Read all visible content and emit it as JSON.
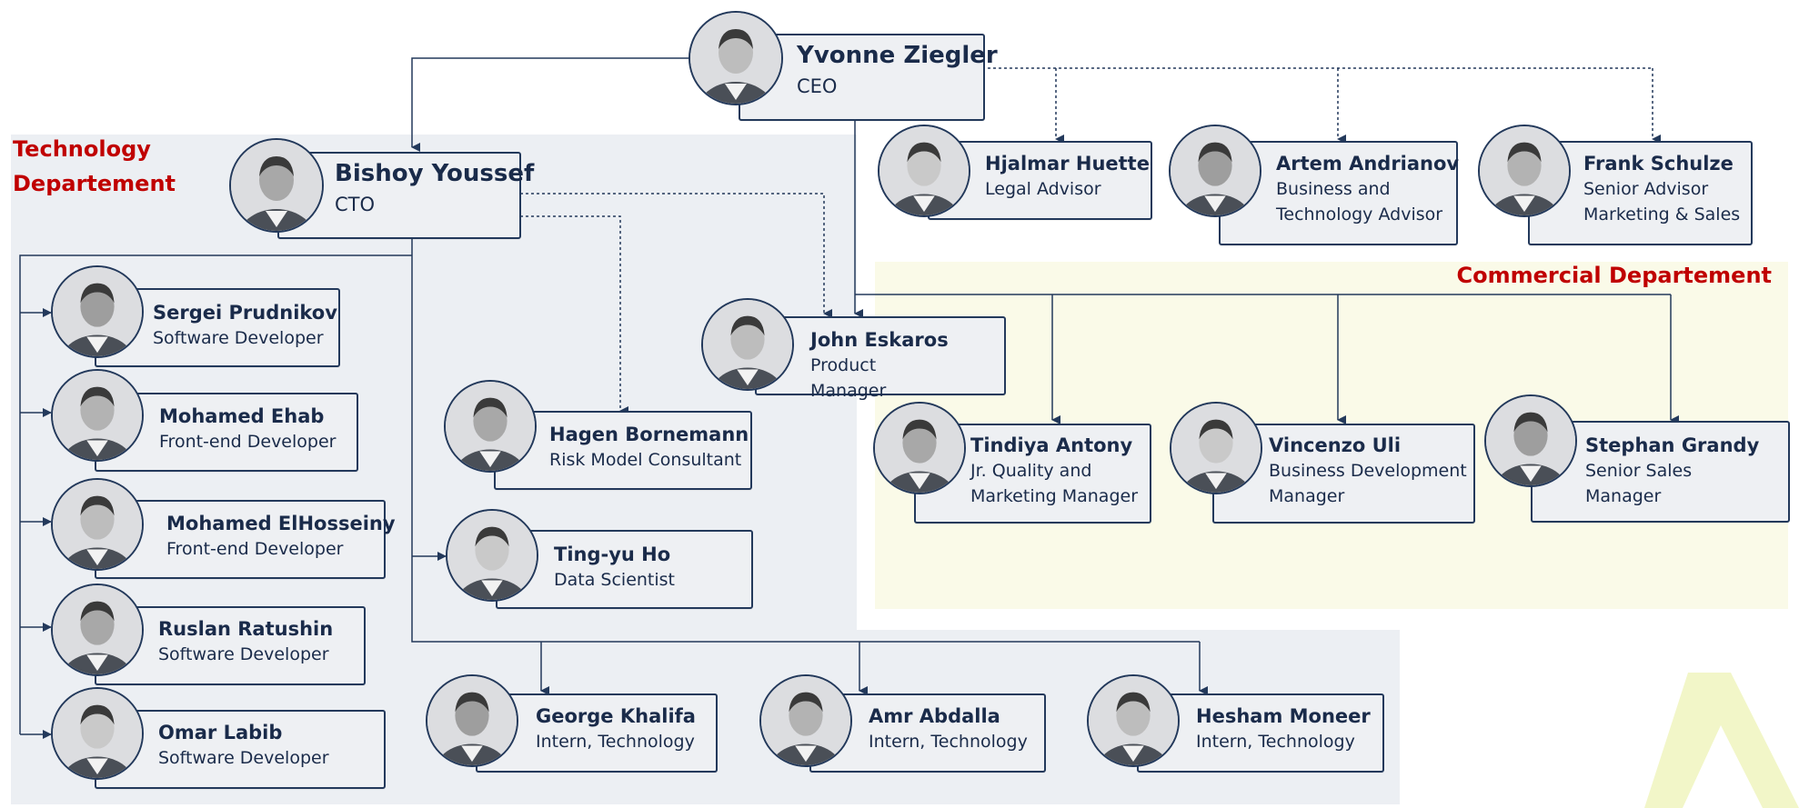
{
  "departments": {
    "technology": "Technology Departement",
    "technology_line1": "Technology",
    "technology_line2": "Departement",
    "commercial": "Commercial Departement"
  },
  "people": {
    "ceo": {
      "name": "Yvonne Ziegler",
      "role": "CEO"
    },
    "cto": {
      "name": "Bishoy Youssef",
      "role": "CTO"
    },
    "legal": {
      "name": "Hjalmar Huette",
      "role": "Legal Advisor"
    },
    "biz_tech": {
      "name": "Artem Andrianov",
      "role": "Business and Technology Advisor"
    },
    "senior_advisor": {
      "name": "Frank Schulze",
      "role": "Senior Advisor Marketing & Sales"
    },
    "product": {
      "name": "John Eskaros",
      "role": "Product Manager"
    },
    "risk": {
      "name": "Hagen Bornemann",
      "role": "Risk Model Consultant"
    },
    "data": {
      "name": "Ting-yu Ho",
      "role": "Data Scientist"
    },
    "dev1": {
      "name": "Sergei Prudnikov",
      "role": "Software Developer"
    },
    "dev2": {
      "name": "Mohamed Ehab",
      "role": "Front-end Developer"
    },
    "dev3": {
      "name": "Mohamed ElHosseiny",
      "role": "Front-end Developer"
    },
    "dev4": {
      "name": "Ruslan Ratushin",
      "role": "Software Developer"
    },
    "dev5": {
      "name": "Omar Labib",
      "role": "Software Developer"
    },
    "intern1": {
      "name": "George Khalifa",
      "role": "Intern, Technology"
    },
    "intern2": {
      "name": "Amr Abdalla",
      "role": "Intern, Technology"
    },
    "intern3": {
      "name": "Hesham Moneer",
      "role": "Intern, Technology"
    },
    "quality": {
      "name": "Tindiya Antony",
      "role": "Jr. Quality and Marketing Manager"
    },
    "bizdev": {
      "name": "Vincenzo Uli",
      "role": "Business Development Manager"
    },
    "sales": {
      "name": "Stephan Grandy",
      "role": "Senior Sales Manager"
    }
  },
  "colors": {
    "line": "#23395b",
    "label": "#c00000",
    "tech_bg": "#eceff3",
    "comm_bg": "#fafae8",
    "watermark": "#f2f6c8"
  },
  "icons": {
    "avatar": "person-photo-icon",
    "arrow": "arrow-down-icon"
  }
}
